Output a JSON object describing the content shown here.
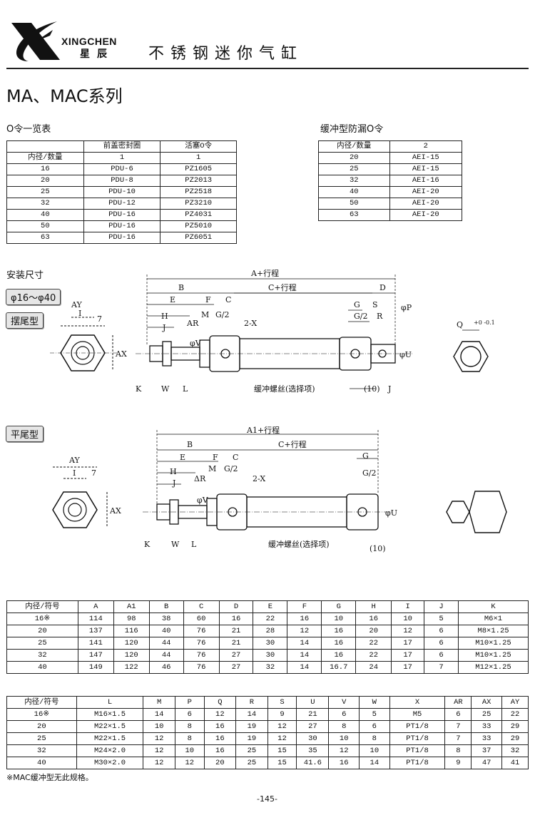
{
  "header": {
    "brand_en": "XINGCHEN",
    "brand_cn": "星辰",
    "title": "不锈钢迷你气缸"
  },
  "series_title": "MA、MAC系列",
  "oring_table": {
    "caption": "O令一览表",
    "headers": [
      "",
      "前盖密封圈",
      "活塞O令"
    ],
    "rows": [
      [
        "内径/数量",
        "1",
        "1"
      ],
      [
        "16",
        "PDU-6",
        "PZ1605"
      ],
      [
        "20",
        "PDU-8",
        "PZ2013"
      ],
      [
        "25",
        "PDU-10",
        "PZ2518"
      ],
      [
        "32",
        "PDU-12",
        "PZ3210"
      ],
      [
        "40",
        "PDU-16",
        "PZ4031"
      ],
      [
        "50",
        "PDU-16",
        "PZ5010"
      ],
      [
        "63",
        "PDU-16",
        "PZ6051"
      ]
    ]
  },
  "cushion_table": {
    "caption": "缓冲型防漏O令",
    "rows": [
      [
        "内径/数量",
        "2"
      ],
      [
        "20",
        "AEI-15"
      ],
      [
        "25",
        "AEI-15"
      ],
      [
        "32",
        "AEI-16"
      ],
      [
        "40",
        "AEI-20"
      ],
      [
        "50",
        "AEI-20"
      ],
      [
        "63",
        "AEI-20"
      ]
    ]
  },
  "install": {
    "title": "安装尺寸",
    "range_label": "φ16～φ40",
    "swing_label": "摆尾型",
    "flat_label": "平尾型",
    "drawing1": {
      "A": "A+行程",
      "B": "B",
      "C": "C+行程",
      "D": "D",
      "E": "E",
      "F": "F",
      "Cc": "C",
      "H": "H",
      "J": "J",
      "M": "M",
      "G2": "G/2",
      "X": "2-X",
      "AR": "AR",
      "G": "G",
      "S": "S",
      "P": "φP",
      "R": "R",
      "U": "φU",
      "V": "φV",
      "K": "K",
      "W": "W",
      "L": "L",
      "Jb": "J",
      "ten": "(10)",
      "cushion": "缓冲螺丝(选择项)",
      "AY": "AY",
      "I": "I",
      "seven": "7",
      "AX": "AX",
      "Q": "Q",
      "tol": "+0 -0.1"
    },
    "drawing2": {
      "A1": "A1+行程",
      "B": "B",
      "C": "C+行程",
      "E": "E",
      "F": "F",
      "Cc": "C",
      "H": "H",
      "J": "J",
      "AR": "ΔR",
      "M": "M",
      "G2": "G/2",
      "X": "2-X",
      "G": "G",
      "G2b": "G/2",
      "U": "φU",
      "V": "φV",
      "K": "K",
      "W": "W",
      "L": "L",
      "ten": "(10)",
      "cushion": "缓冲螺丝(选择项)",
      "AY": "AY",
      "I": "I",
      "seven": "7",
      "AX": "AX"
    }
  },
  "dim_table1": {
    "headers": [
      "内径/符号",
      "A",
      "A1",
      "B",
      "C",
      "D",
      "E",
      "F",
      "G",
      "H",
      "I",
      "J",
      "K"
    ],
    "rows": [
      [
        "16※",
        "114",
        "98",
        "38",
        "60",
        "16",
        "22",
        "16",
        "10",
        "16",
        "10",
        "5",
        "M6×1"
      ],
      [
        "20",
        "137",
        "116",
        "40",
        "76",
        "21",
        "28",
        "12",
        "16",
        "20",
        "12",
        "6",
        "M8×1.25"
      ],
      [
        "25",
        "141",
        "120",
        "44",
        "76",
        "21",
        "30",
        "14",
        "16",
        "22",
        "17",
        "6",
        "M10×1.25"
      ],
      [
        "32",
        "147",
        "120",
        "44",
        "76",
        "27",
        "30",
        "14",
        "16",
        "22",
        "17",
        "6",
        "M10×1.25"
      ],
      [
        "40",
        "149",
        "122",
        "46",
        "76",
        "27",
        "32",
        "14",
        "16.7",
        "24",
        "17",
        "7",
        "M12×1.25"
      ]
    ]
  },
  "dim_table2": {
    "headers": [
      "内径/符号",
      "L",
      "M",
      "P",
      "Q",
      "R",
      "S",
      "U",
      "V",
      "W",
      "X",
      "AR",
      "AX",
      "AY"
    ],
    "rows": [
      [
        "16※",
        "M16×1.5",
        "14",
        "6",
        "12",
        "14",
        "9",
        "21",
        "6",
        "5",
        "M5",
        "6",
        "25",
        "22"
      ],
      [
        "20",
        "M22×1.5",
        "10",
        "8",
        "16",
        "19",
        "12",
        "27",
        "8",
        "6",
        "PT1/8",
        "7",
        "33",
        "29"
      ],
      [
        "25",
        "M22×1.5",
        "12",
        "8",
        "16",
        "19",
        "12",
        "30",
        "10",
        "8",
        "PT1/8",
        "7",
        "33",
        "29"
      ],
      [
        "32",
        "M24×2.0",
        "12",
        "10",
        "16",
        "25",
        "15",
        "35",
        "12",
        "10",
        "PT1/8",
        "8",
        "37",
        "32"
      ],
      [
        "40",
        "M30×2.0",
        "12",
        "12",
        "20",
        "25",
        "15",
        "41.6",
        "16",
        "14",
        "PT1/8",
        "9",
        "47",
        "41"
      ]
    ]
  },
  "note": "※MAC缓冲型无此规格。",
  "page_number": "-145-"
}
